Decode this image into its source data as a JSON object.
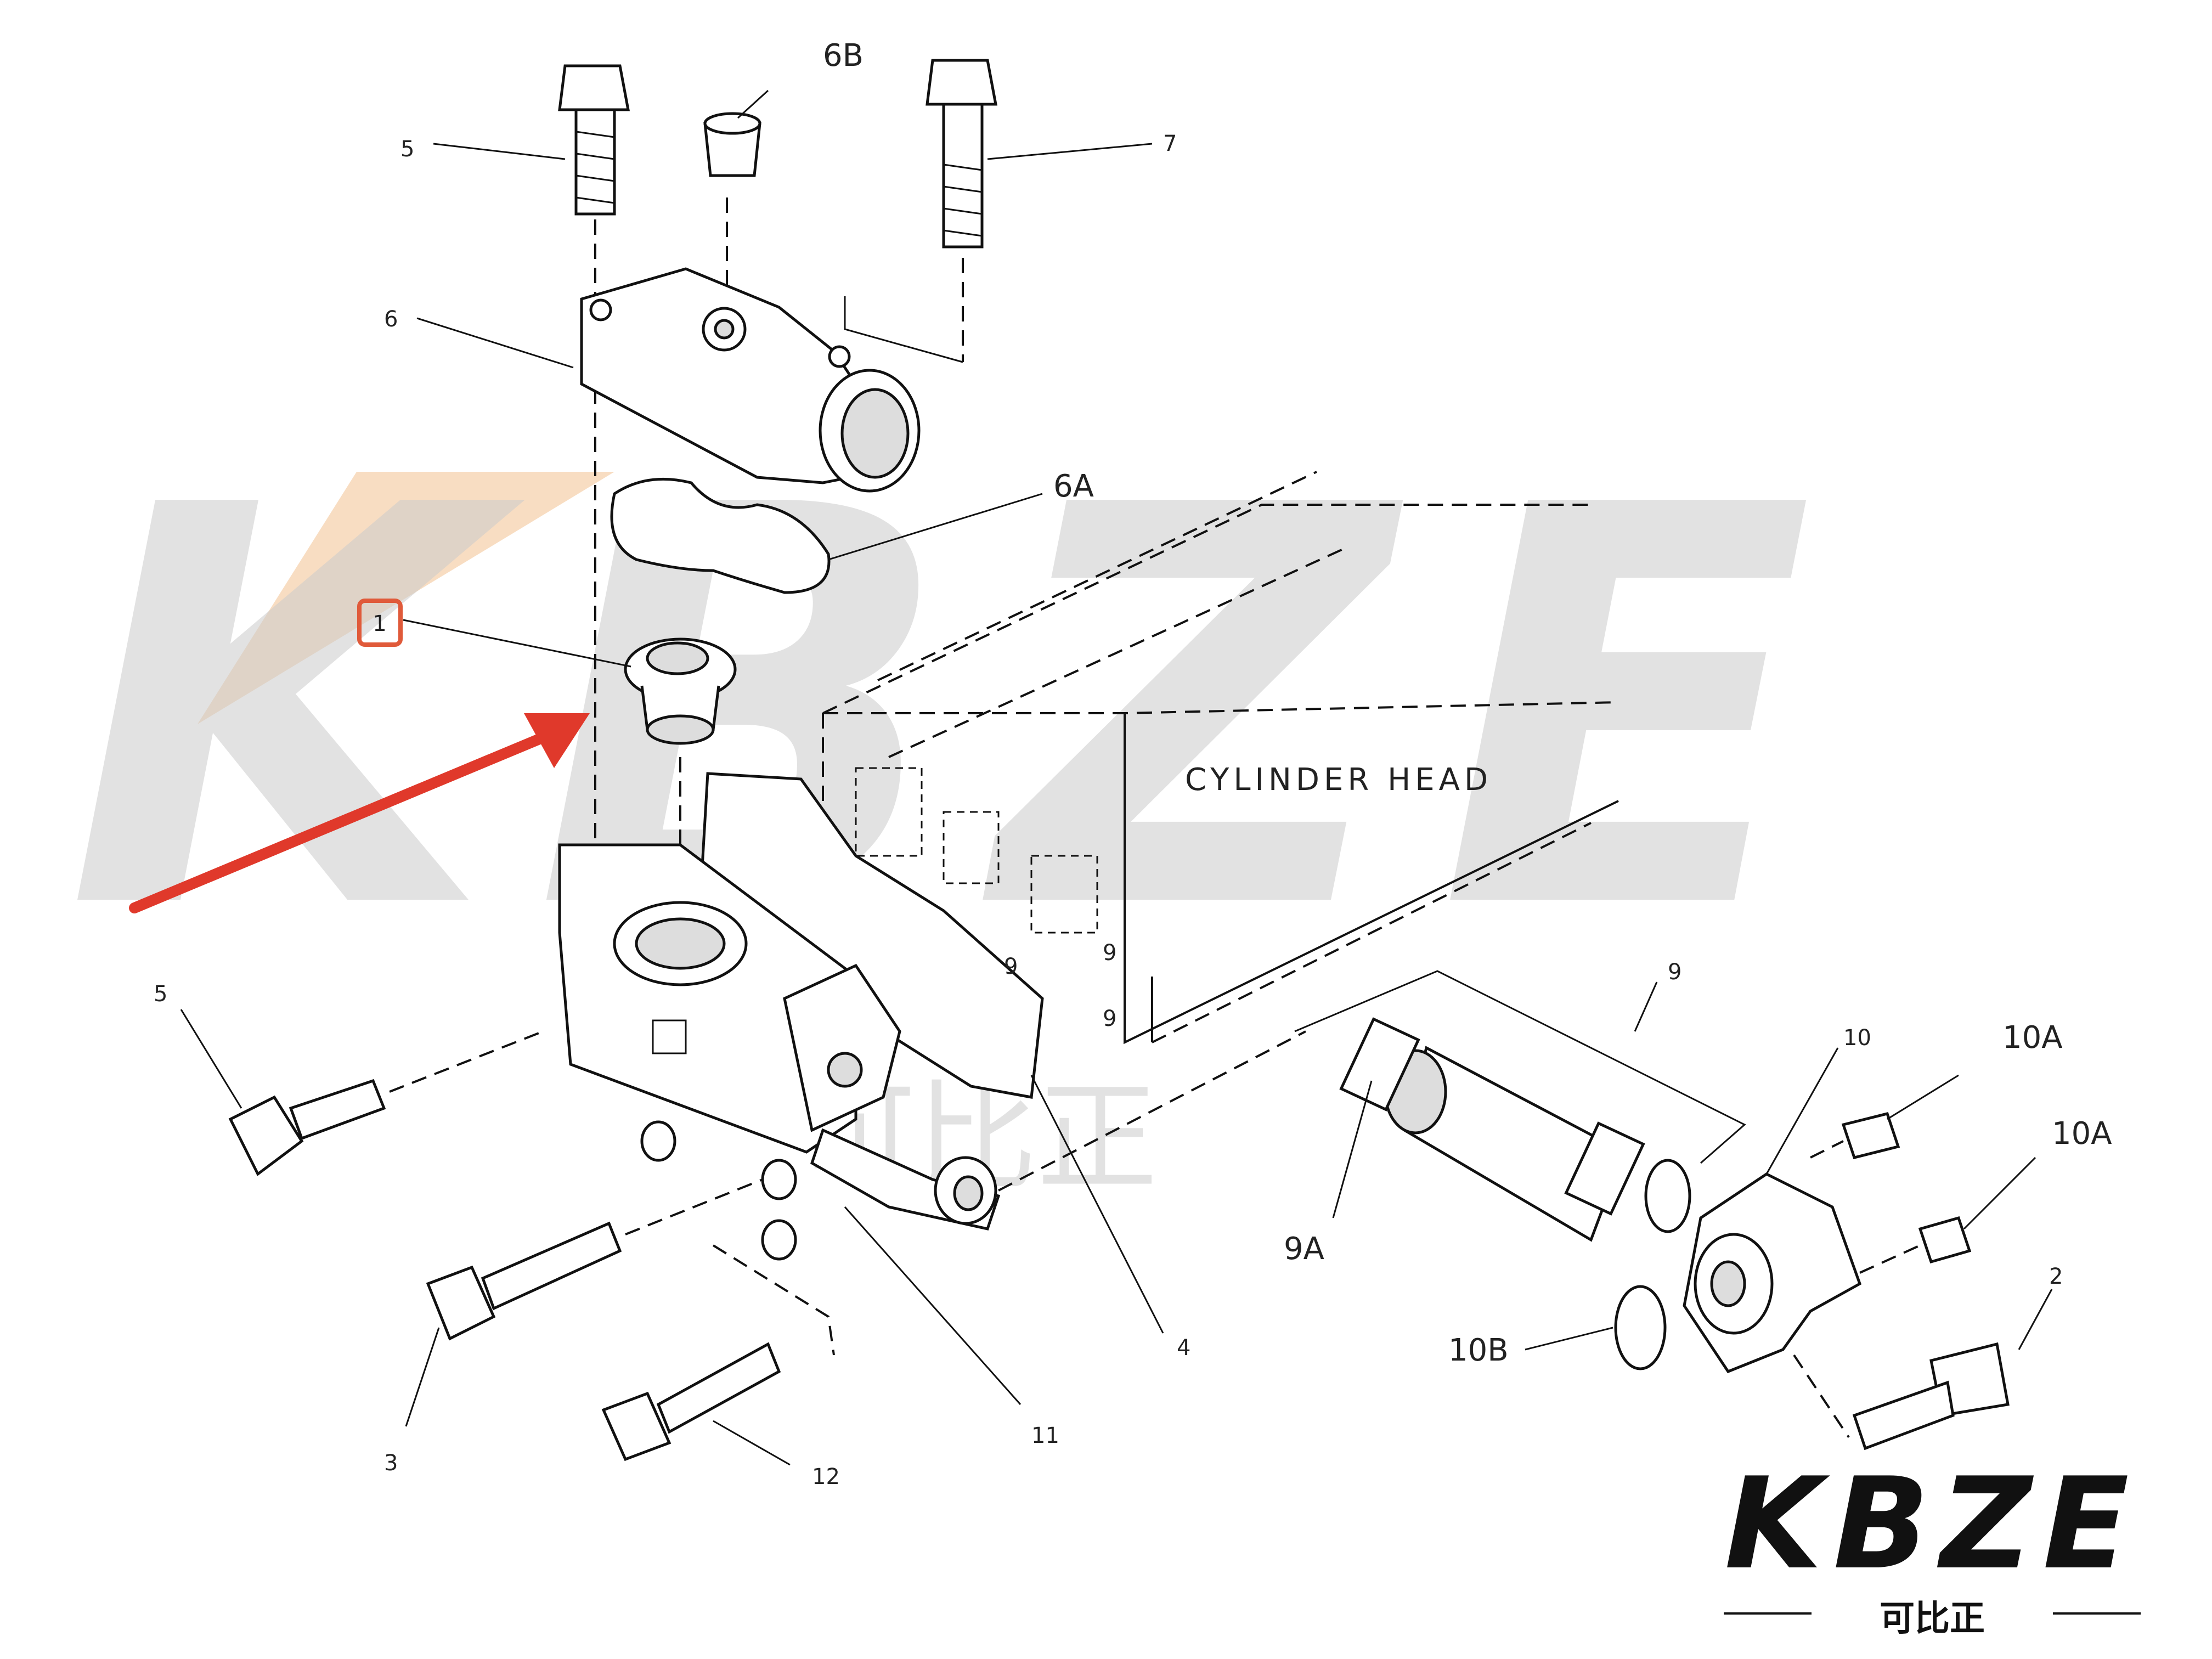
{
  "diagram": {
    "cylinder_head_label": "CYLINDER HEAD",
    "callouts": {
      "c1": "1",
      "c2": "2",
      "c3": "3",
      "c4": "4",
      "c5a": "5",
      "c5b": "5",
      "c6": "6",
      "c6a": "6A",
      "c6b": "6B",
      "c7": "7",
      "c9a": "9",
      "c9b": "9",
      "c9c": "9",
      "c9d": "9",
      "c9A": "9A",
      "c10": "10",
      "c10a1": "10A",
      "c10a2": "10A",
      "c10b": "10B",
      "c11": "11",
      "c12": "12"
    },
    "highlight_color": "#e05a3a",
    "arrow_color": "#e0392b"
  },
  "watermark": {
    "text": "KBZE",
    "sub": "可比正",
    "color": "#c8c8c8",
    "accent": "#f6c79b"
  },
  "logo": {
    "text": "KBZE",
    "sub": "可比正",
    "accent": "#f07a1a"
  }
}
